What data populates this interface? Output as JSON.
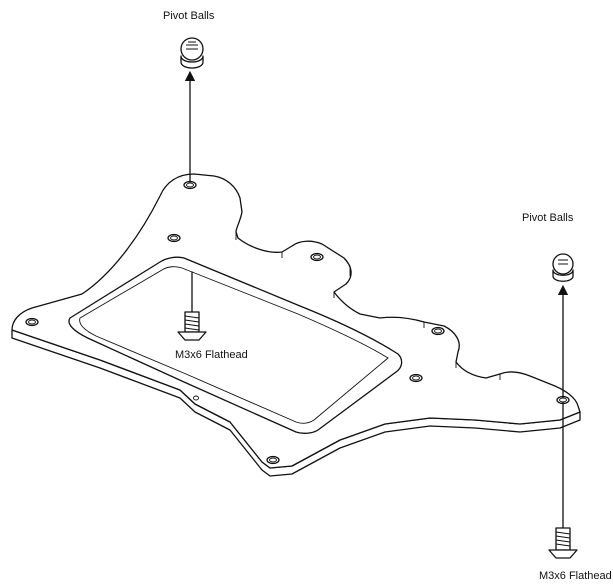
{
  "labels": {
    "pivot_balls_top": "Pivot Balls",
    "pivot_balls_right": "Pivot Balls",
    "screw_center": "M3x6 Flathead",
    "screw_bottom": "M3x6 Flathead"
  },
  "colors": {
    "line": "#111111",
    "background": "#ffffff"
  }
}
